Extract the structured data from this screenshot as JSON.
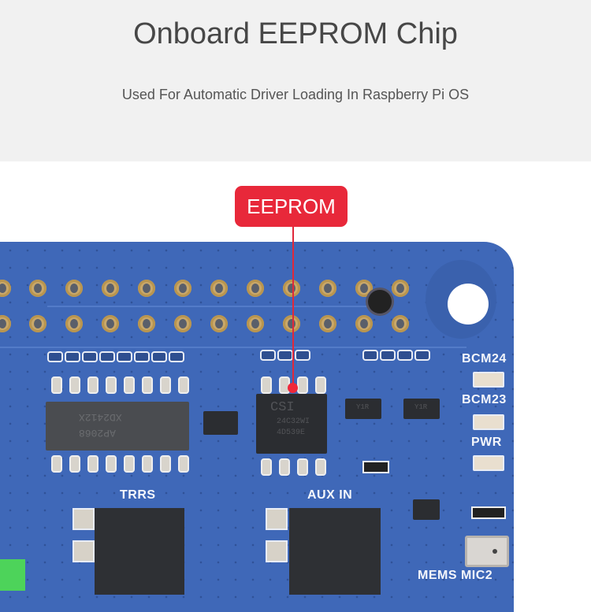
{
  "header": {
    "title": "Onboard EEPROM Chip",
    "subtitle": "Used For Automatic Driver Loading In Raspberry Pi OS"
  },
  "callout": {
    "label": "EEPROM",
    "color": "#e8283a"
  },
  "board": {
    "color": "#3f68b8",
    "chips": {
      "amplifier_marking_1": "AP2068",
      "amplifier_marking_2": "XD2412X",
      "eeprom_marking_1": "CSI",
      "eeprom_marking_2": "24C32WI",
      "eeprom_marking_3": "4D539E",
      "transistor_marking": "Y1R"
    },
    "silkscreen": {
      "trrs": "TRRS",
      "aux_in": "AUX IN",
      "bcm24": "BCM24",
      "bcm23": "BCM23",
      "pwr": "PWR",
      "mems_mic2": "MEMS MIC2"
    }
  }
}
